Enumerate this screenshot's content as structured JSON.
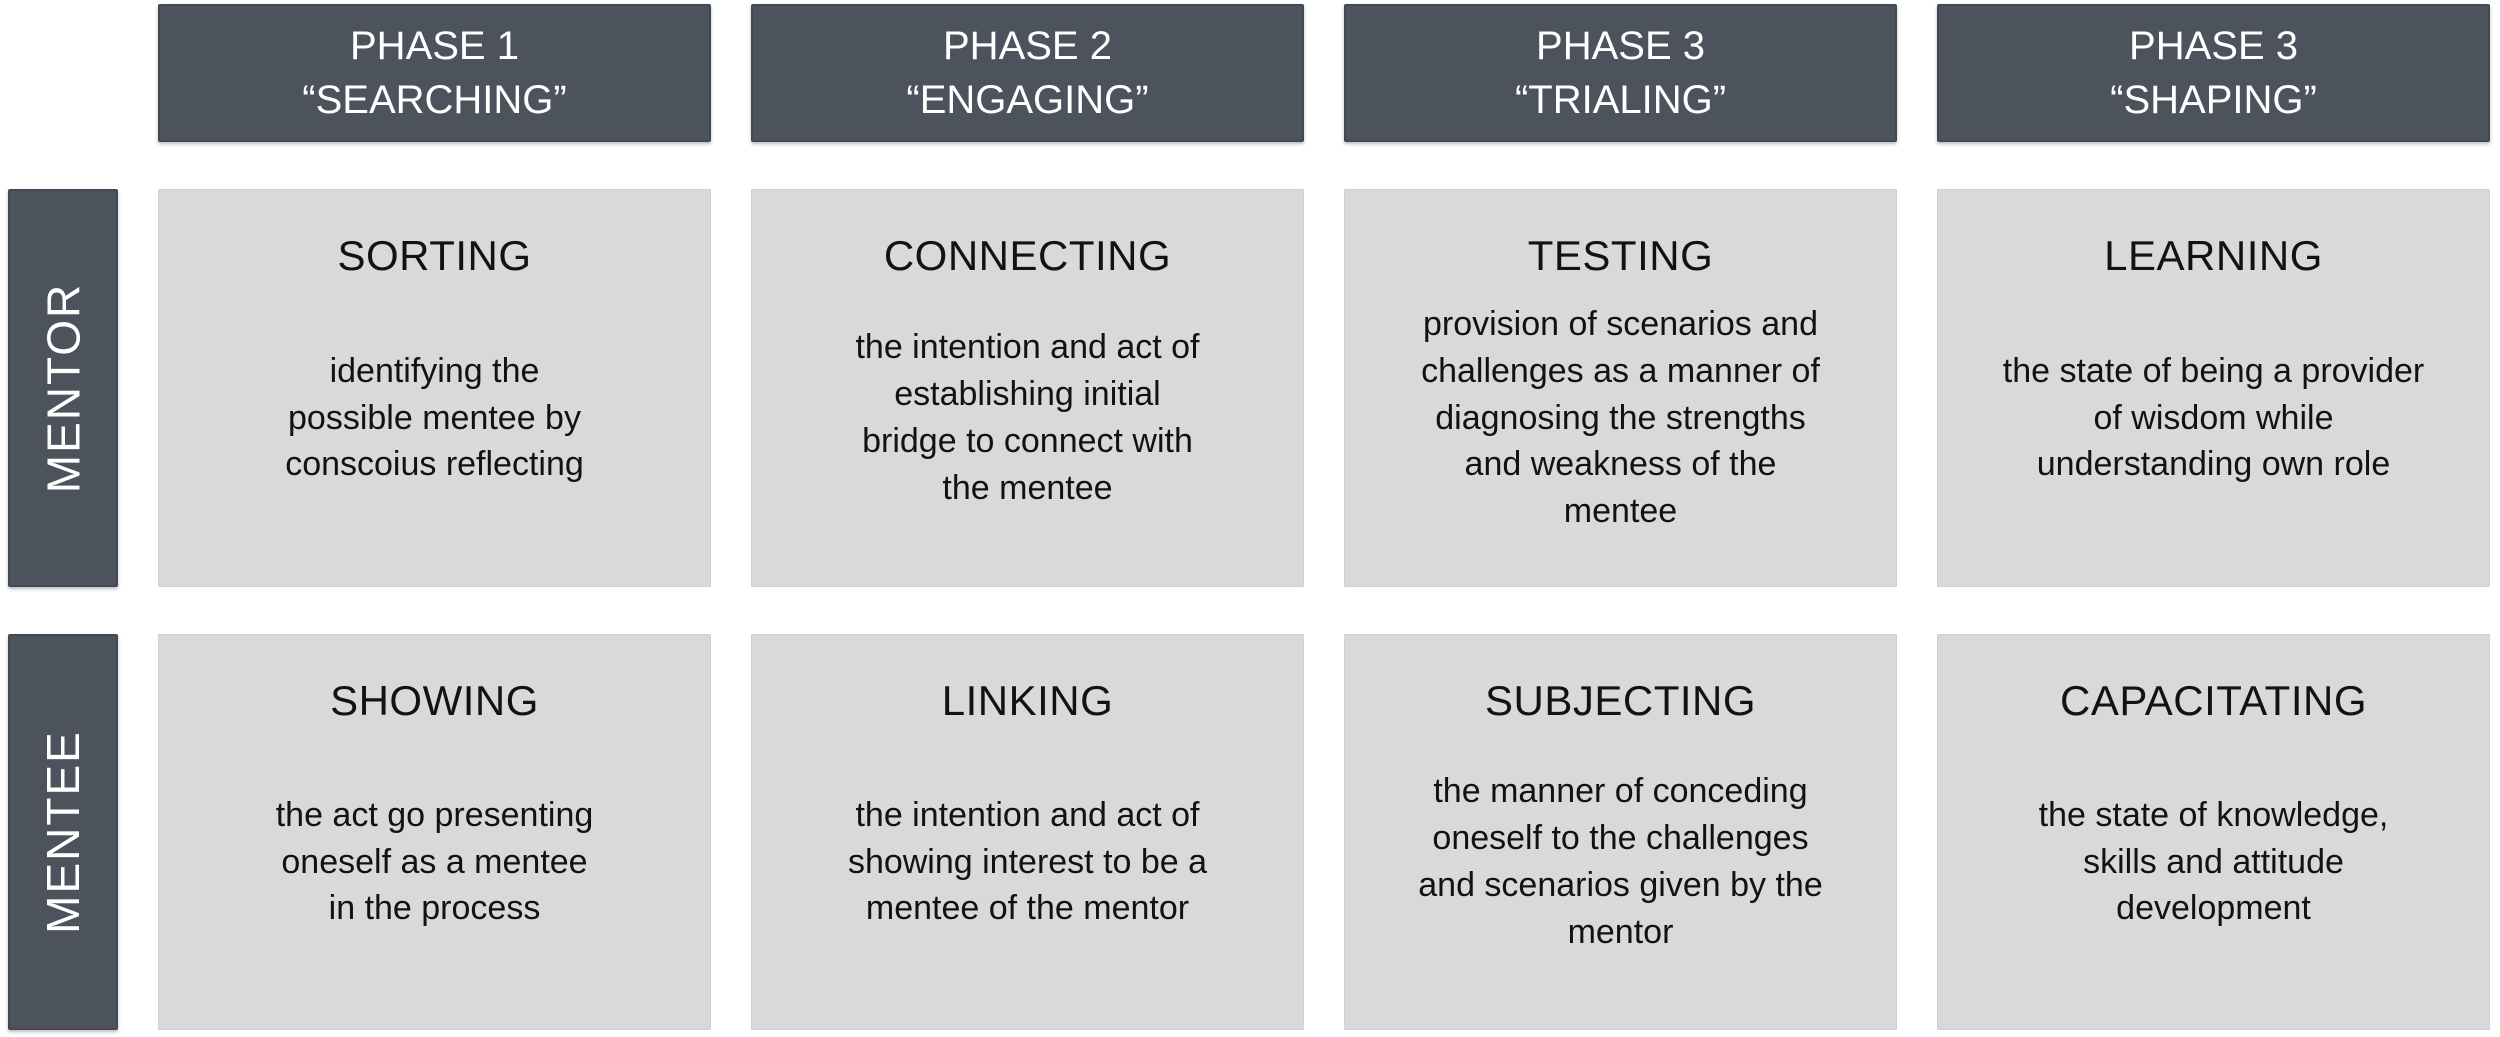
{
  "colors": {
    "header_bg": "#4d535d",
    "cell_bg": "#d8d9db",
    "header_text": "#ffffff",
    "cell_text": "#121212"
  },
  "columns": [
    {
      "header": "PHASE 1\n“SEARCHING”"
    },
    {
      "header": "PHASE 2\n“ENGAGING”"
    },
    {
      "header": "PHASE 3\n“TRIALING”"
    },
    {
      "header": "PHASE 3\n“SHAPING”"
    }
  ],
  "rows": [
    {
      "label": "MENTOR",
      "cells": [
        {
          "title": "SORTING",
          "body": "identifying the\npossible mentee by\nconscoius reflecting"
        },
        {
          "title": "CONNECTING",
          "body": "the intention and act of\nestablishing initial\nbridge to connect with\nthe mentee"
        },
        {
          "title": "TESTING",
          "body": "provision of scenarios and\nchallenges as a manner of\ndiagnosing the strengths\nand weakness of the\nmentee"
        },
        {
          "title": "LEARNING",
          "body": "the state of being a provider\nof wisdom while\nunderstanding own role"
        }
      ]
    },
    {
      "label": "MENTEE",
      "cells": [
        {
          "title": "SHOWING",
          "body": "the act go presenting\noneself as a mentee\nin the process"
        },
        {
          "title": "LINKING",
          "body": "the intention and act of\nshowing interest to be a\nmentee of the mentor"
        },
        {
          "title": "SUBJECTING",
          "body": "the manner of conceding\noneself to the challenges\nand scenarios given by the\nmentor"
        },
        {
          "title": "CAPACITATING",
          "body": "the state of knowledge,\nskills and attitude\ndevelopment"
        }
      ]
    }
  ]
}
